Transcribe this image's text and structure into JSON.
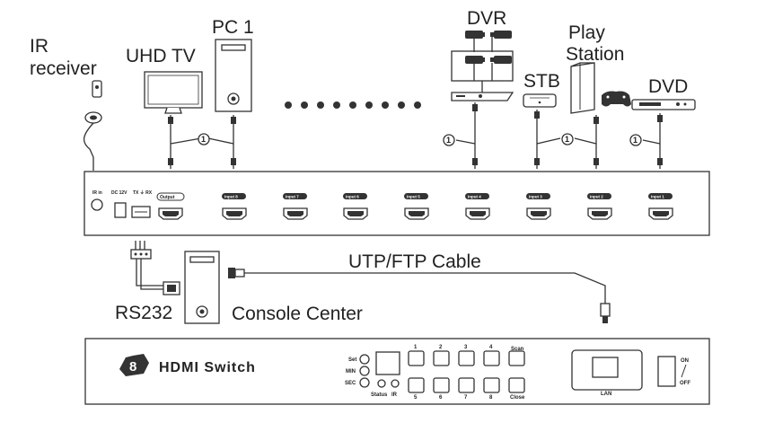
{
  "labels": {
    "ir_receiver_line1": "IR",
    "ir_receiver_line2": "receiver",
    "uhd_tv": "UHD TV",
    "pc1": "PC 1",
    "dvr": "DVR",
    "play_line1": "Play",
    "play_line2": "Station",
    "stb": "STB",
    "dvd": "DVD",
    "cable_callout": "1",
    "utp_cable": "UTP/FTP Cable",
    "rs232": "RS232",
    "console_center": "Console Center"
  },
  "rear_panel": {
    "ir_in": "IR in",
    "dc": "DC 12V",
    "txrx": "TX ⏚ RX",
    "output": "Output",
    "inputs": [
      "Input 8",
      "Input 7",
      "Input 6",
      "Input 5",
      "Input 4",
      "Input 3",
      "Input 2",
      "Input 1"
    ]
  },
  "front_panel": {
    "brand_number": "8",
    "brand_name": "HDMI  Switch",
    "set": "Set",
    "min": "MIN",
    "sec": "SEC",
    "status": "Status",
    "ir": "IR",
    "top_numbers": [
      "1",
      "2",
      "3",
      "4"
    ],
    "bottom_numbers": [
      "5",
      "6",
      "7",
      "8"
    ],
    "scan": "Scan",
    "close": "Close",
    "lan": "LAN",
    "on": "ON",
    "off": "OFF"
  }
}
